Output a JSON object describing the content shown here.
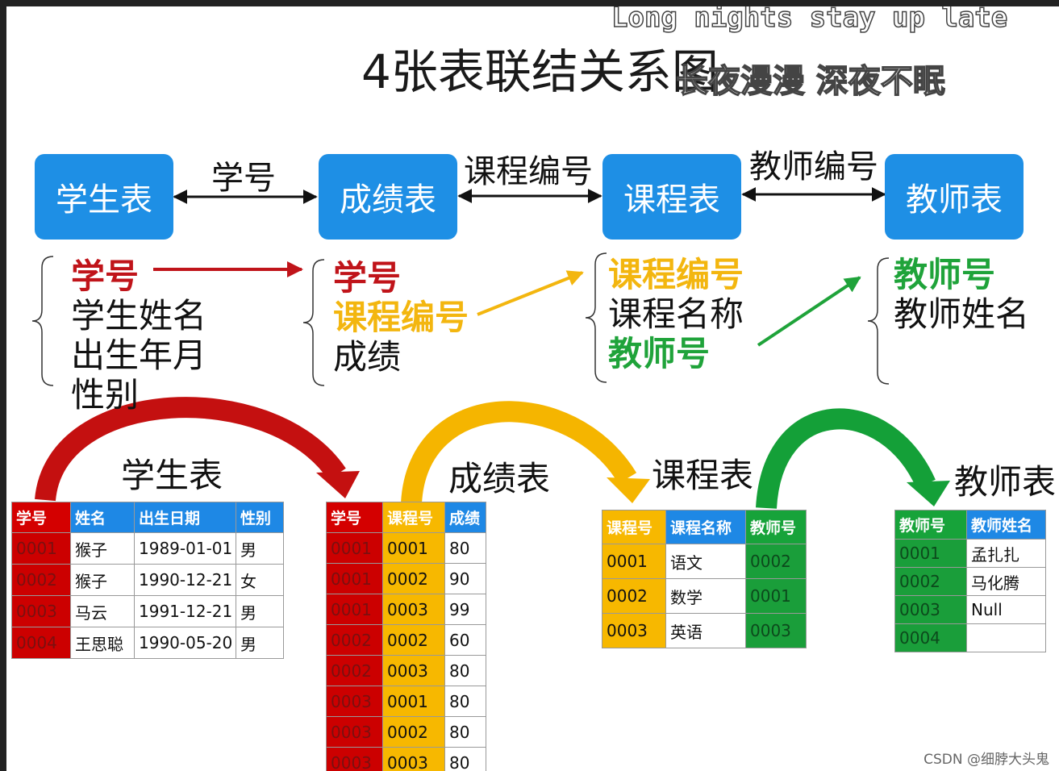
{
  "title": "4张表联结关系图",
  "watermark": {
    "line1": "Long nights stay up late",
    "line2": "长夜漫漫 深夜不眠"
  },
  "boxes": [
    "学生表",
    "成绩表",
    "课程表",
    "教师表"
  ],
  "relations": [
    "学号",
    "课程编号",
    "教师编号"
  ],
  "fields": {
    "student": [
      "学号",
      "学生姓名",
      "出生年月",
      "性别"
    ],
    "score": [
      "学号",
      "课程编号",
      "成绩"
    ],
    "course": [
      "课程编号",
      "课程名称",
      "教师号"
    ],
    "teacher": [
      "教师号",
      "教师姓名"
    ]
  },
  "table_labels": [
    "学生表",
    "成绩表",
    "课程表",
    "教师表"
  ],
  "tables": {
    "student": {
      "headers": [
        "学号",
        "姓名",
        "出生日期",
        "性别"
      ],
      "rows": [
        [
          "0001",
          "猴子",
          "1989-01-01",
          "男"
        ],
        [
          "0002",
          "猴子",
          "1990-12-21",
          "女"
        ],
        [
          "0003",
          "马云",
          "1991-12-21",
          "男"
        ],
        [
          "0004",
          "王思聪",
          "1990-05-20",
          "男"
        ]
      ]
    },
    "score": {
      "headers": [
        "学号",
        "课程号",
        "成绩"
      ],
      "rows": [
        [
          "0001",
          "0001",
          "80"
        ],
        [
          "0001",
          "0002",
          "90"
        ],
        [
          "0001",
          "0003",
          "99"
        ],
        [
          "0002",
          "0002",
          "60"
        ],
        [
          "0002",
          "0003",
          "80"
        ],
        [
          "0003",
          "0001",
          "80"
        ],
        [
          "0003",
          "0002",
          "80"
        ],
        [
          "0003",
          "0003",
          "80"
        ]
      ]
    },
    "course": {
      "headers": [
        "课程号",
        "课程名称",
        "教师号"
      ],
      "rows": [
        [
          "0001",
          "语文",
          "0002"
        ],
        [
          "0002",
          "数学",
          "0001"
        ],
        [
          "0003",
          "英语",
          "0003"
        ]
      ]
    },
    "teacher": {
      "headers": [
        "教师号",
        "教师姓名"
      ],
      "rows": [
        [
          "0001",
          "孟扎扎"
        ],
        [
          "0002",
          "马化腾"
        ],
        [
          "0003",
          "Null"
        ],
        [
          "0004",
          ""
        ]
      ]
    }
  },
  "colors": {
    "box": "#1e8fe5",
    "red": "#c0141a",
    "yellow": "#f3b60f",
    "green": "#1fa33a"
  },
  "credit": "CSDN @细脖大头鬼"
}
